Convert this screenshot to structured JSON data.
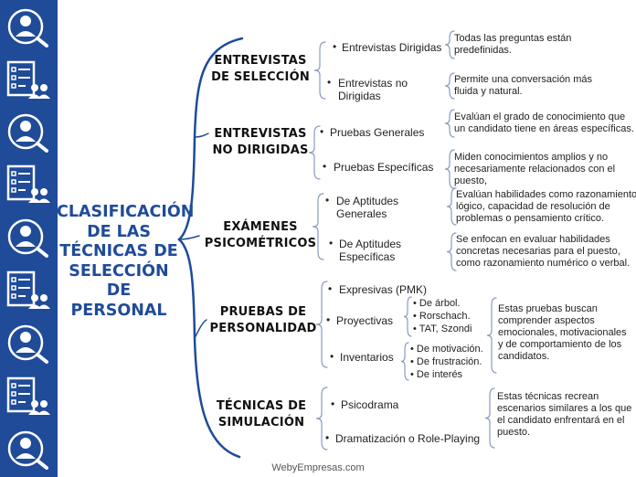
{
  "sidebar": {
    "icons": [
      "user-search-icon",
      "checklist-users-icon",
      "user-search-icon",
      "checklist-users-icon",
      "user-search-icon",
      "checklist-users-icon",
      "user-search-icon",
      "checklist-users-icon",
      "user-search-icon"
    ]
  },
  "colors": {
    "sidebar": "#1f4b99",
    "title": "#1f4b99",
    "line": "#1f4b99",
    "brace": "#8a9bbd"
  },
  "title": {
    "lines": [
      "CLASIFICACIÓN",
      "DE LAS",
      "TÉCNICAS DE",
      "SELECCIÓN DE",
      "PERSONAL"
    ]
  },
  "categories": [
    {
      "name": [
        "ENTREVISTAS",
        "DE SELECCIÓN"
      ],
      "items": [
        {
          "label": [
            "Entrevistas Dirigidas"
          ],
          "desc": [
            "Todas las preguntas están",
            "predefinidas."
          ]
        },
        {
          "label": [
            "Entrevistas no",
            "Dirigidas"
          ],
          "desc": [
            "Permite una conversación más",
            "fluida y natural."
          ]
        }
      ]
    },
    {
      "name": [
        "ENTREVISTAS",
        "NO DIRIGIDAS"
      ],
      "items": [
        {
          "label": [
            "Pruebas Generales"
          ],
          "desc": [
            "Evalúan el grado de conocimiento que",
            "un candidato tiene en áreas específicas."
          ]
        },
        {
          "label": [
            "Pruebas Específicas"
          ],
          "desc": [
            "Miden conocimientos amplios y no",
            "necesariamente relacionados con el",
            "puesto,"
          ]
        }
      ]
    },
    {
      "name": [
        "EXÁMENES",
        "PSICOMÉTRICOS"
      ],
      "items": [
        {
          "label": [
            "De Aptitudes",
            "Generales"
          ],
          "desc": [
            "Evalúan habilidades como razonamiento",
            "lógico, capacidad de resolución de",
            "problemas o pensamiento crítico."
          ]
        },
        {
          "label": [
            "De Aptitudes",
            "Específicas"
          ],
          "desc": [
            "Se enfocan en evaluar habilidades",
            "concretas necesarias para el puesto,",
            "como razonamiento numérico o verbal."
          ]
        }
      ]
    },
    {
      "name": [
        "PRUEBAS DE",
        "PERSONALIDAD"
      ],
      "items": [
        {
          "label": [
            "Expresivas (PMK)"
          ]
        },
        {
          "label": [
            "Proyectivas"
          ],
          "subs": [
            "De árbol.",
            "Rorschach.",
            "TAT, Szondi"
          ]
        },
        {
          "label": [
            "Inventarios"
          ],
          "subs": [
            "De motivación.",
            "De frustración.",
            "De interés"
          ]
        }
      ],
      "desc": [
        "Estas pruebas buscan",
        "comprender aspectos",
        "emocionales, motivacionales",
        "y de comportamiento de los",
        "candidatos."
      ]
    },
    {
      "name": [
        "TÉCNICAS DE",
        "SIMULACIÓN"
      ],
      "items": [
        {
          "label": [
            "Psicodrama"
          ]
        },
        {
          "label": [
            "Dramatización o Role-Playing"
          ]
        }
      ],
      "desc": [
        "Estas técnicas recrean",
        "escenarios similares a los que",
        "el candidato enfrentará en el",
        "puesto."
      ]
    }
  ],
  "footer": "WebyEmpresas.com"
}
